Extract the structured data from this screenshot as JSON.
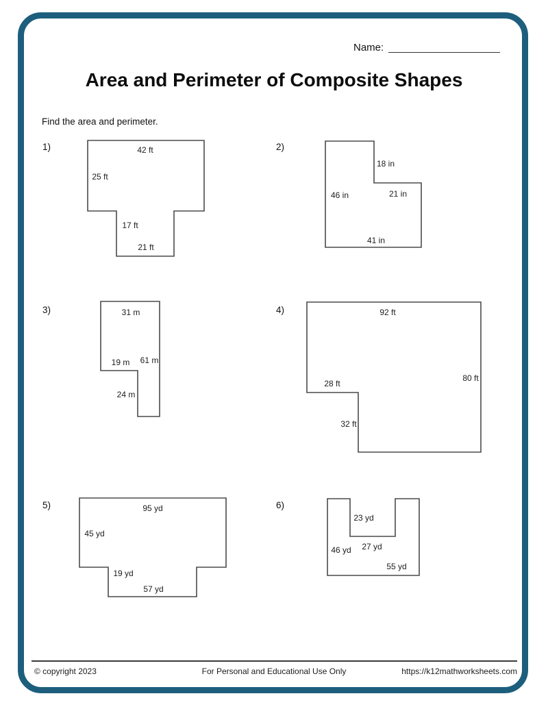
{
  "page": {
    "name_label": "Name:",
    "title": "Area and Perimeter of Composite Shapes",
    "instructions": "Find the area and perimeter.",
    "accent_color": "#1d5e7d",
    "shape_stroke_color": "#4a4a4a"
  },
  "problems": [
    {
      "number": "1)",
      "unit": "ft",
      "labels": [
        "42 ft",
        "25 ft",
        "17 ft",
        "21 ft"
      ]
    },
    {
      "number": "2)",
      "unit": "in",
      "labels": [
        "18 in",
        "46 in",
        "21 in",
        "41 in"
      ]
    },
    {
      "number": "3)",
      "unit": "m",
      "labels": [
        "31 m",
        "19 m",
        "61 m",
        "24 m"
      ]
    },
    {
      "number": "4)",
      "unit": "ft",
      "labels": [
        "92 ft",
        "28 ft",
        "80 ft",
        "32 ft"
      ]
    },
    {
      "number": "5)",
      "unit": "yd",
      "labels": [
        "95 yd",
        "45 yd",
        "19 yd",
        "57 yd"
      ]
    },
    {
      "number": "6)",
      "unit": "yd",
      "labels": [
        "23 yd",
        "46 yd",
        "27 yd",
        "55 yd"
      ]
    }
  ],
  "footer": {
    "copyright": "© copyright 2023",
    "usage": "For Personal and Educational Use Only",
    "url": "https://k12mathworksheets.com"
  }
}
